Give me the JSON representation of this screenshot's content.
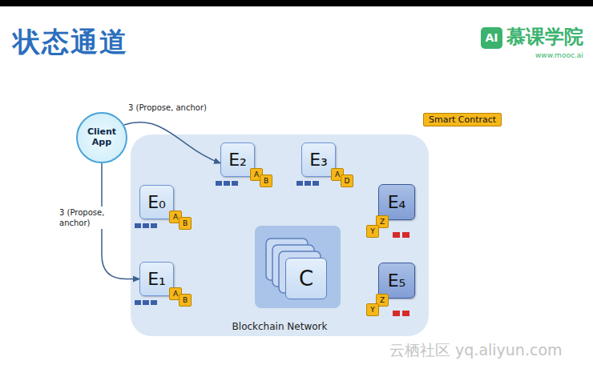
{
  "diagram": {
    "title": "状态通道",
    "nodes": [
      {
        "text": [
          "Client App"
        ]
      },
      {
        "text": [
          "Blockchain Network"
        ]
      },
      {
        "text": [
          "E₂"
        ],
        "in": 1
      },
      {
        "text": [
          "A"
        ],
        "in": 2
      },
      {
        "text": [
          "B"
        ],
        "in": 2
      },
      {
        "text": [
          "E₃"
        ],
        "in": 1
      },
      {
        "text": [
          "A"
        ],
        "in": 5
      },
      {
        "text": [
          "D"
        ],
        "in": 5
      },
      {
        "text": [
          "E₀"
        ],
        "in": 1
      },
      {
        "text": [
          "A"
        ],
        "in": 8
      },
      {
        "text": [
          "B"
        ],
        "in": 8
      },
      {
        "text": [
          "E₄"
        ],
        "in": 1
      },
      {
        "text": [
          "Z"
        ],
        "in": 11
      },
      {
        "text": [
          "Y"
        ],
        "in": 11
      },
      {
        "text": [
          "C"
        ],
        "in": 1
      },
      {
        "text": [
          "E₁"
        ],
        "in": 1
      },
      {
        "text": [
          "A"
        ],
        "in": 15
      },
      {
        "text": [
          "B"
        ],
        "in": 15
      },
      {
        "text": [
          "E₅"
        ],
        "in": 1
      },
      {
        "text": [
          "Z"
        ],
        "in": 18
      },
      {
        "text": [
          "Y"
        ],
        "in": 18
      }
    ],
    "edges": [
      {
        "from": 0,
        "to": 2,
        "label": "3 (Propose, anchor)",
        "arrow": "to"
      },
      {
        "from": 0,
        "to": 15,
        "label": "3 (Propose, anchor)",
        "arrow": "to"
      }
    ],
    "labels": [
      "AI",
      "慕课学院",
      "www.mooc.ai",
      "云栖社区 yq.aliyun.com"
    ],
    "legend": [
      {
        "text": "Smart Contract",
        "color": "#f6b71a"
      }
    ]
  }
}
